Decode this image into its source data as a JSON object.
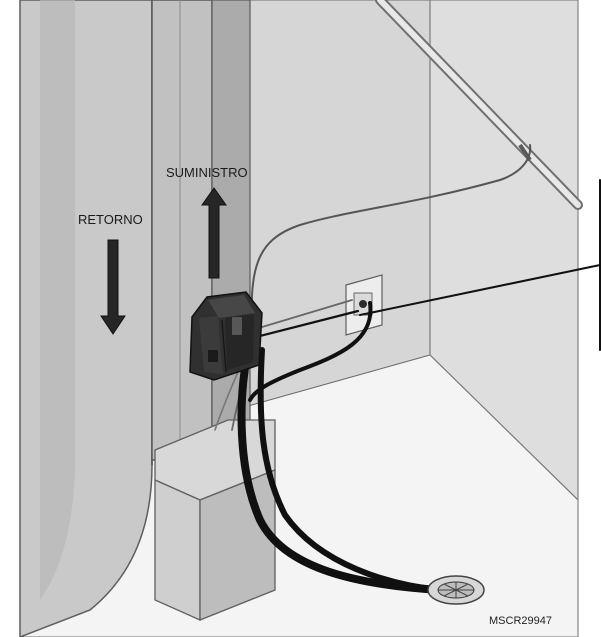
{
  "labels": {
    "supply": "SUMINISTRO",
    "return": "RETORNO"
  },
  "figure_code": "MSCR29947",
  "colors": {
    "wall": "#d7d7d7",
    "wall_dark": "#b9b9b9",
    "floor": "#f2f2f2",
    "duct": "#c6c6c6",
    "duct_dark": "#a7a7a7",
    "device": "#2d2d2d",
    "hose": "#111111",
    "arrow": "#262626"
  }
}
